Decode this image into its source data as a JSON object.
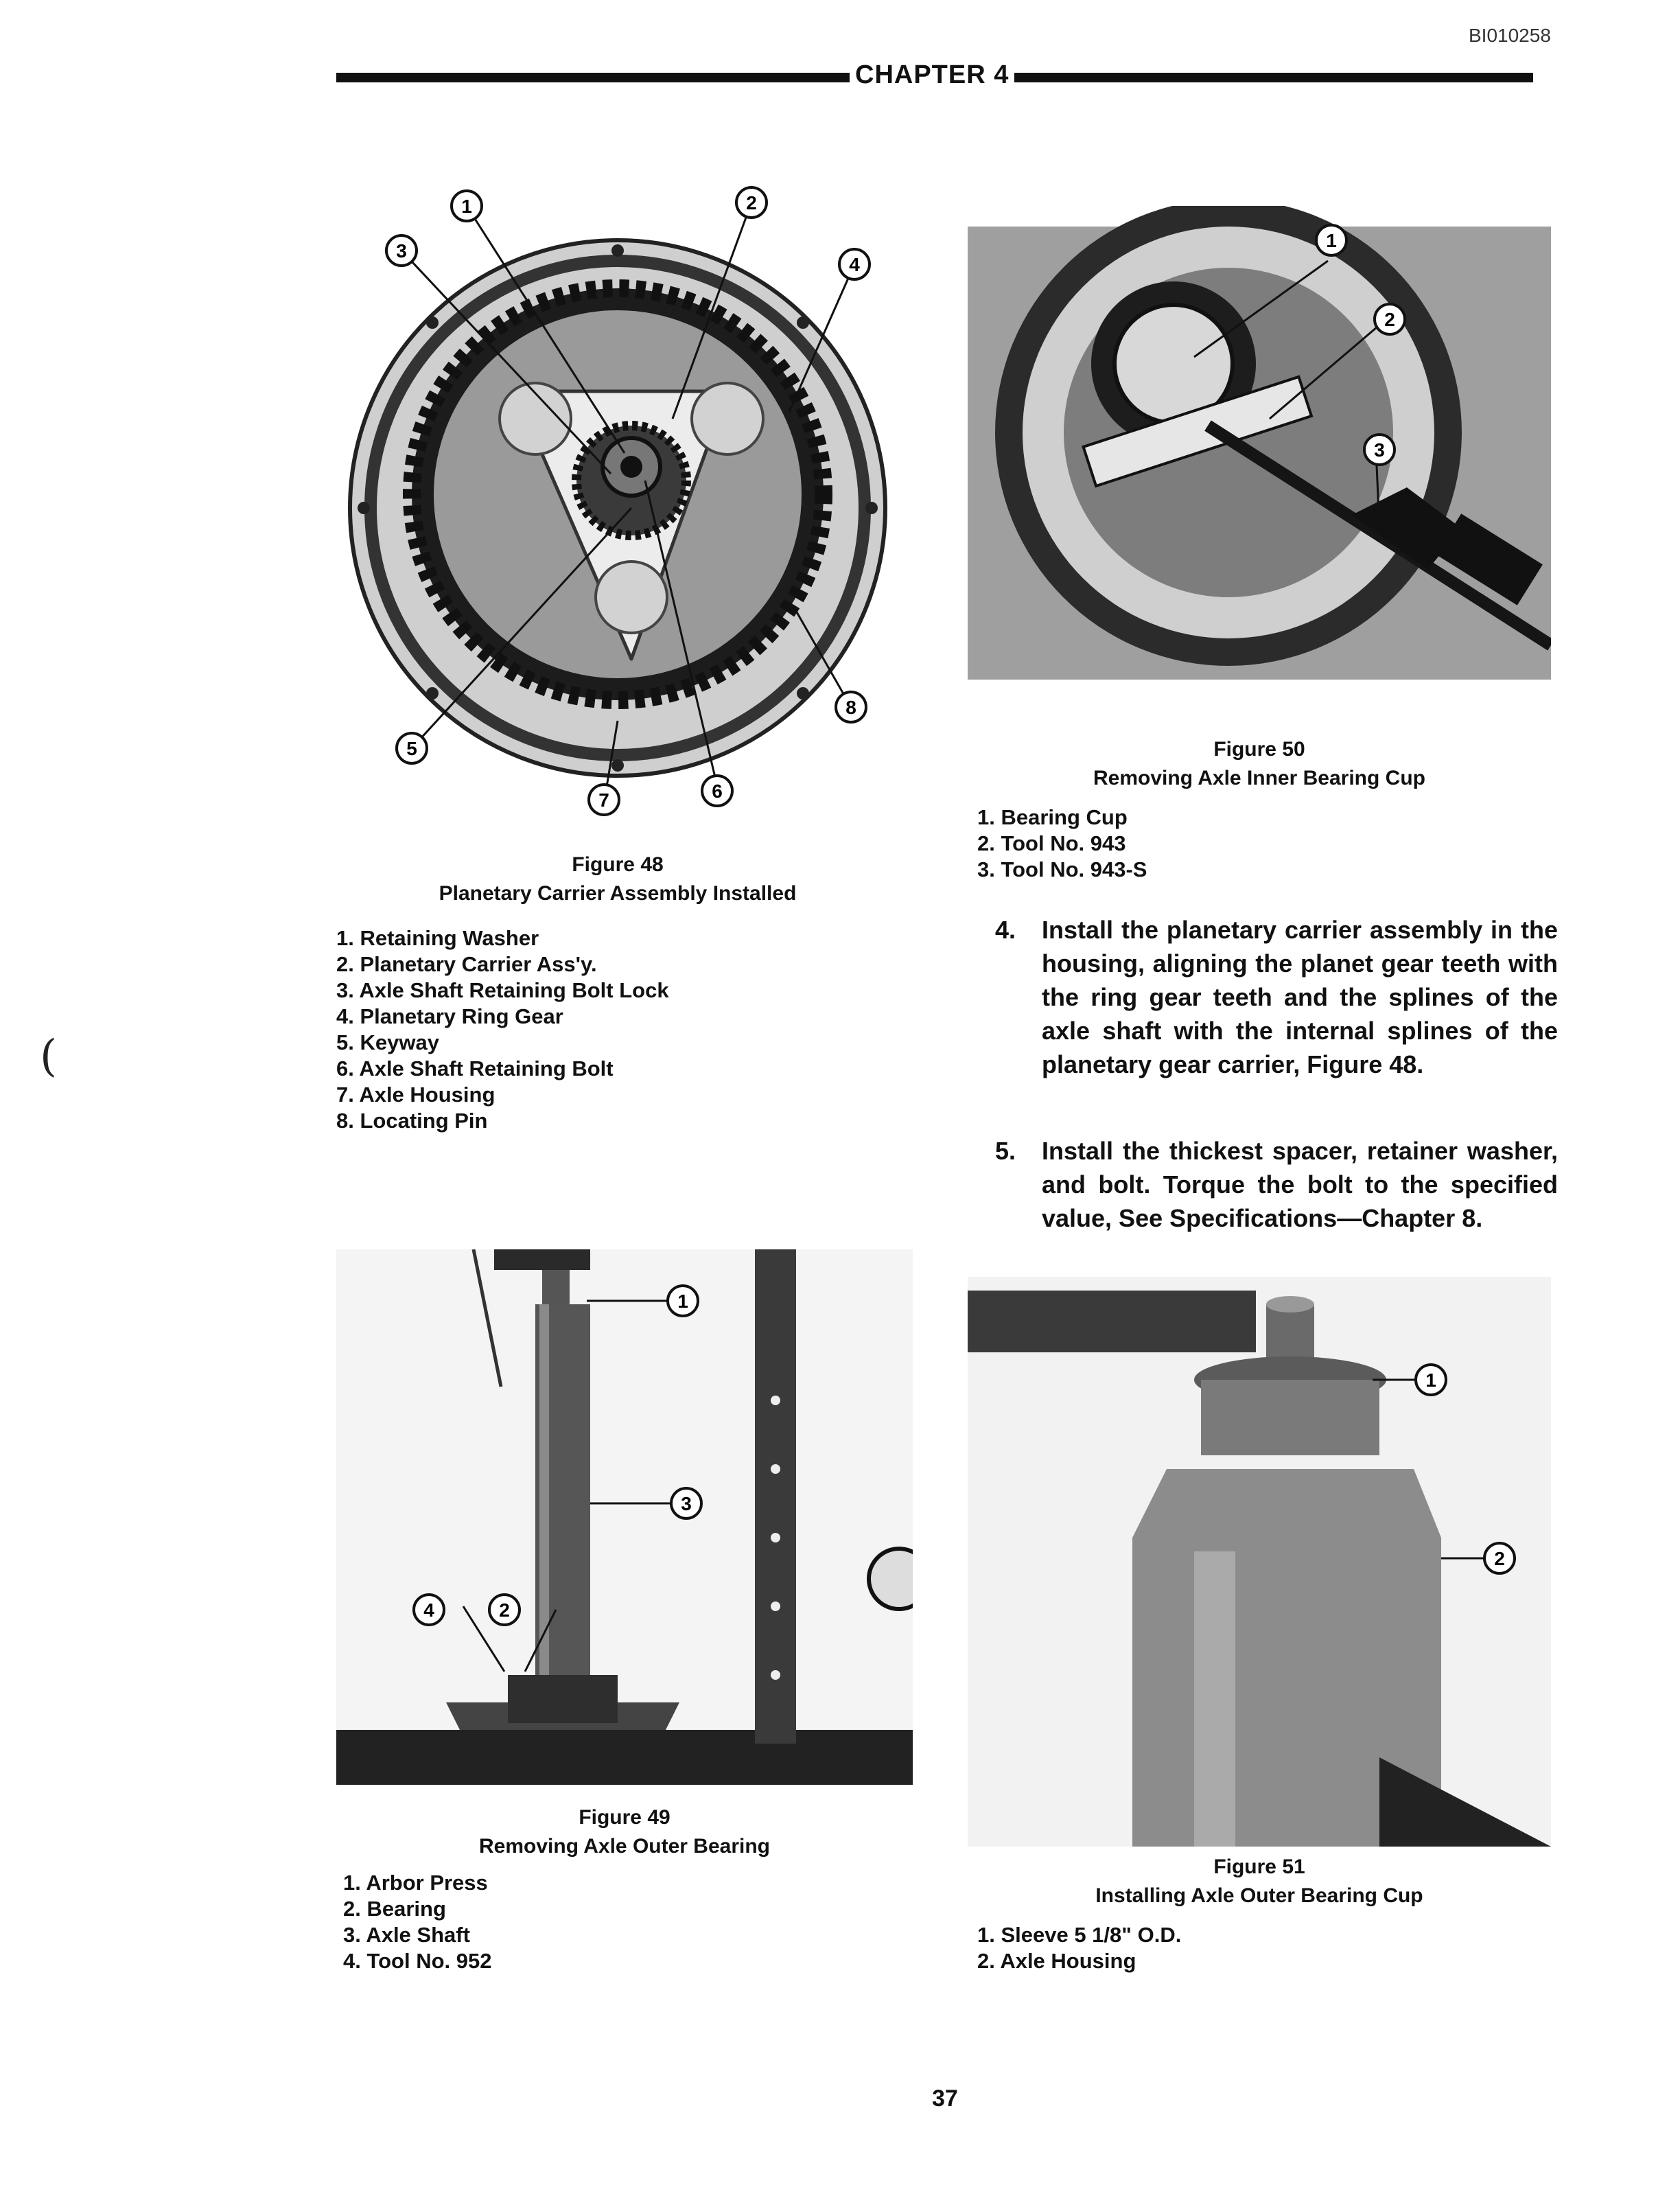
{
  "doc_id": "BI010258",
  "chapter": "CHAPTER 4",
  "page_number": "37",
  "margin_mark": "(",
  "figures": [
    {
      "id": "fig48",
      "number": "Figure 48",
      "title": "Planetary Carrier Assembly Installed",
      "callouts": [
        "1",
        "2",
        "3",
        "4",
        "5",
        "6",
        "7",
        "8"
      ],
      "legend": [
        "1. Retaining Washer",
        "2. Planetary Carrier Ass'y.",
        "3. Axle Shaft Retaining Bolt Lock",
        "4. Planetary Ring Gear",
        "5. Keyway",
        "6. Axle Shaft Retaining Bolt",
        "7. Axle Housing",
        "8. Locating Pin"
      ]
    },
    {
      "id": "fig50",
      "number": "Figure 50",
      "title": "Removing Axle Inner Bearing Cup",
      "callouts": [
        "1",
        "2",
        "3"
      ],
      "legend": [
        "1. Bearing Cup",
        "2. Tool No. 943",
        "3. Tool No. 943-S"
      ]
    },
    {
      "id": "fig49",
      "number": "Figure 49",
      "title": "Removing Axle Outer Bearing",
      "callouts": [
        "1",
        "2",
        "3",
        "4"
      ],
      "legend": [
        "1. Arbor Press",
        "2. Bearing",
        "3. Axle Shaft",
        "4. Tool No. 952"
      ]
    },
    {
      "id": "fig51",
      "number": "Figure 51",
      "title": "Installing Axle Outer Bearing Cup",
      "callouts": [
        "1",
        "2"
      ],
      "legend": [
        "1. Sleeve 5 1/8\" O.D.",
        "2. Axle Housing"
      ]
    }
  ],
  "steps": [
    {
      "num": "4.",
      "text": "Install the planetary carrier assembly in the housing, aligning the planet gear teeth with the ring gear teeth and the splines of the axle shaft with the internal splines of the planetary gear carrier, Figure 48."
    },
    {
      "num": "5.",
      "text": "Install the thickest spacer, retainer washer, and bolt. Torque the bolt to the specified value, See Specifications—Chapter 8."
    }
  ]
}
